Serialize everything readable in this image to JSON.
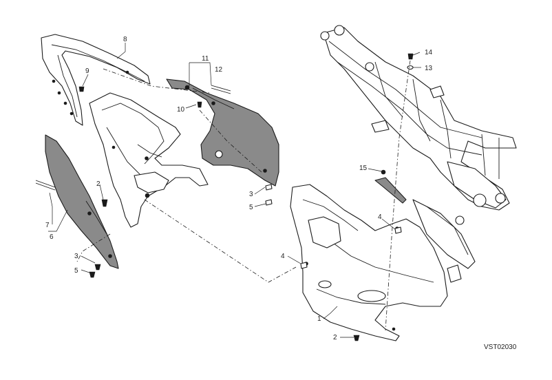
{
  "diagram": {
    "code": "VST02030",
    "labels": {
      "n1": "1",
      "n2a": "2",
      "n2b": "2",
      "n3a": "3",
      "n3b": "3",
      "n4a": "4",
      "n4b": "4",
      "n5a": "5",
      "n5b": "5",
      "n6": "6",
      "n7": "7",
      "n8": "8",
      "n9": "9",
      "n10": "10",
      "n11": "11",
      "n12": "12",
      "n13": "13",
      "n14": "14",
      "n15": "15"
    }
  }
}
